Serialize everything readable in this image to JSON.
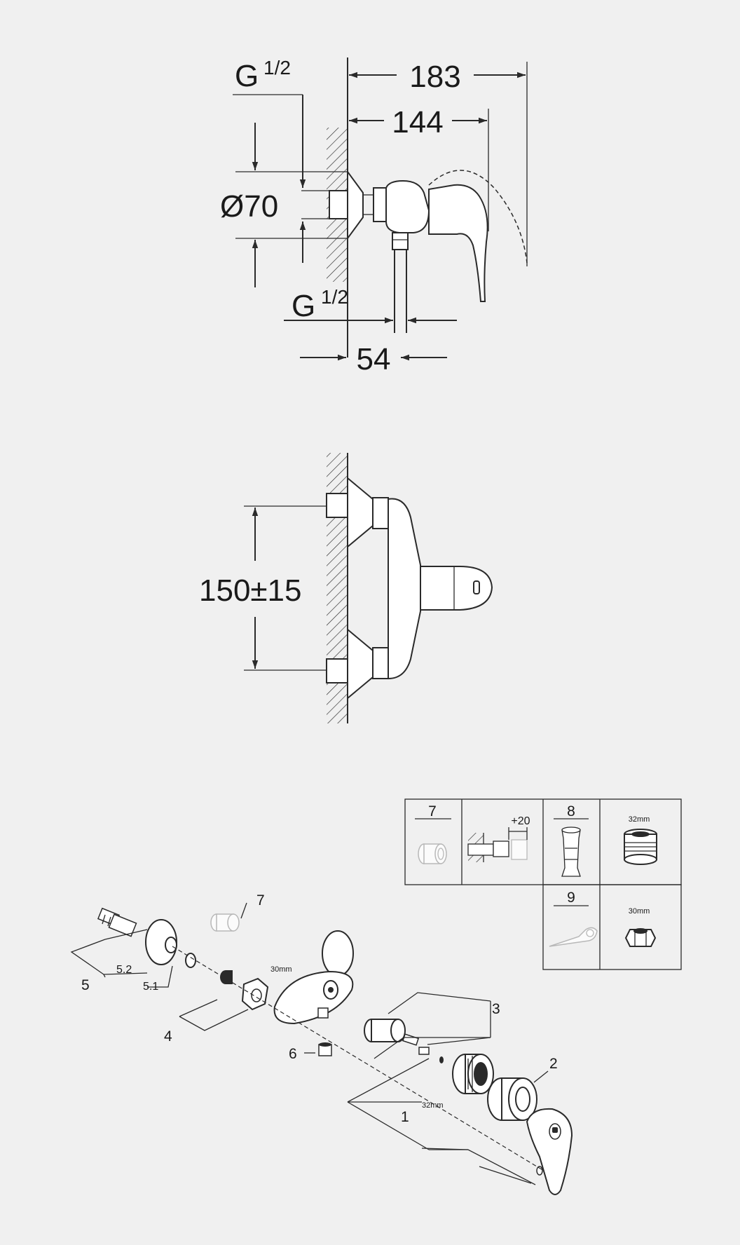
{
  "dims": {
    "overall_depth": "183",
    "body_depth": "144",
    "connection_thread_top": "G",
    "connection_thread_top_frac": "1/2",
    "flange_diameter": "Ø70",
    "outlet_thread": "G",
    "outlet_thread_frac": "1/2",
    "outlet_offset": "54",
    "inlet_spacing": "150±15"
  },
  "parts": {
    "p1": "1",
    "p2": "2",
    "p3": "3",
    "p4": "4",
    "p5": "5",
    "p5_1": "5.1",
    "p5_2": "5.2",
    "p6": "6",
    "p7": "7",
    "wrench_30": "30mm",
    "wrench_32": "32mm"
  },
  "accessories": {
    "cell_7": "7",
    "cell_ext": "+20",
    "cell_8": "8",
    "cell_32": "32mm",
    "cell_9": "9",
    "cell_30": "30mm"
  }
}
